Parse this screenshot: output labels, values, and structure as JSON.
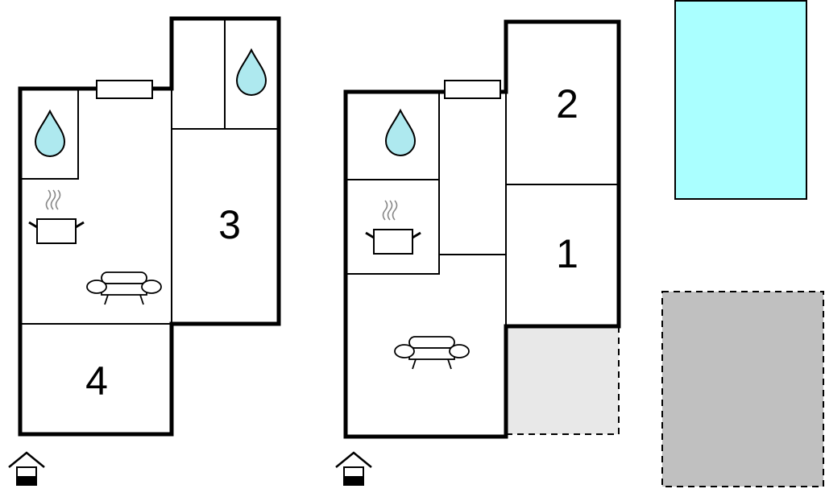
{
  "floorplan": {
    "floor_left": {
      "rooms": [
        {
          "label": "3"
        },
        {
          "label": "4"
        }
      ],
      "icons": [
        "bathroom-water-icon",
        "bathroom-water-icon",
        "kitchen-pot-icon",
        "sofa-icon",
        "window-icon"
      ],
      "floor_indicator_icon": "house-ground-floor-icon"
    },
    "floor_right": {
      "rooms": [
        {
          "label": "2"
        },
        {
          "label": "1"
        }
      ],
      "icons": [
        "bathroom-water-icon",
        "kitchen-pot-icon",
        "sofa-icon",
        "window-icon"
      ],
      "floor_indicator_icon": "house-ground-floor-icon"
    },
    "colors": {
      "wall": "#000000",
      "water": "#aee9ef",
      "pool": "#aaffff",
      "terrace": "#e8e8e8",
      "parking": "#c0c0c0"
    }
  }
}
